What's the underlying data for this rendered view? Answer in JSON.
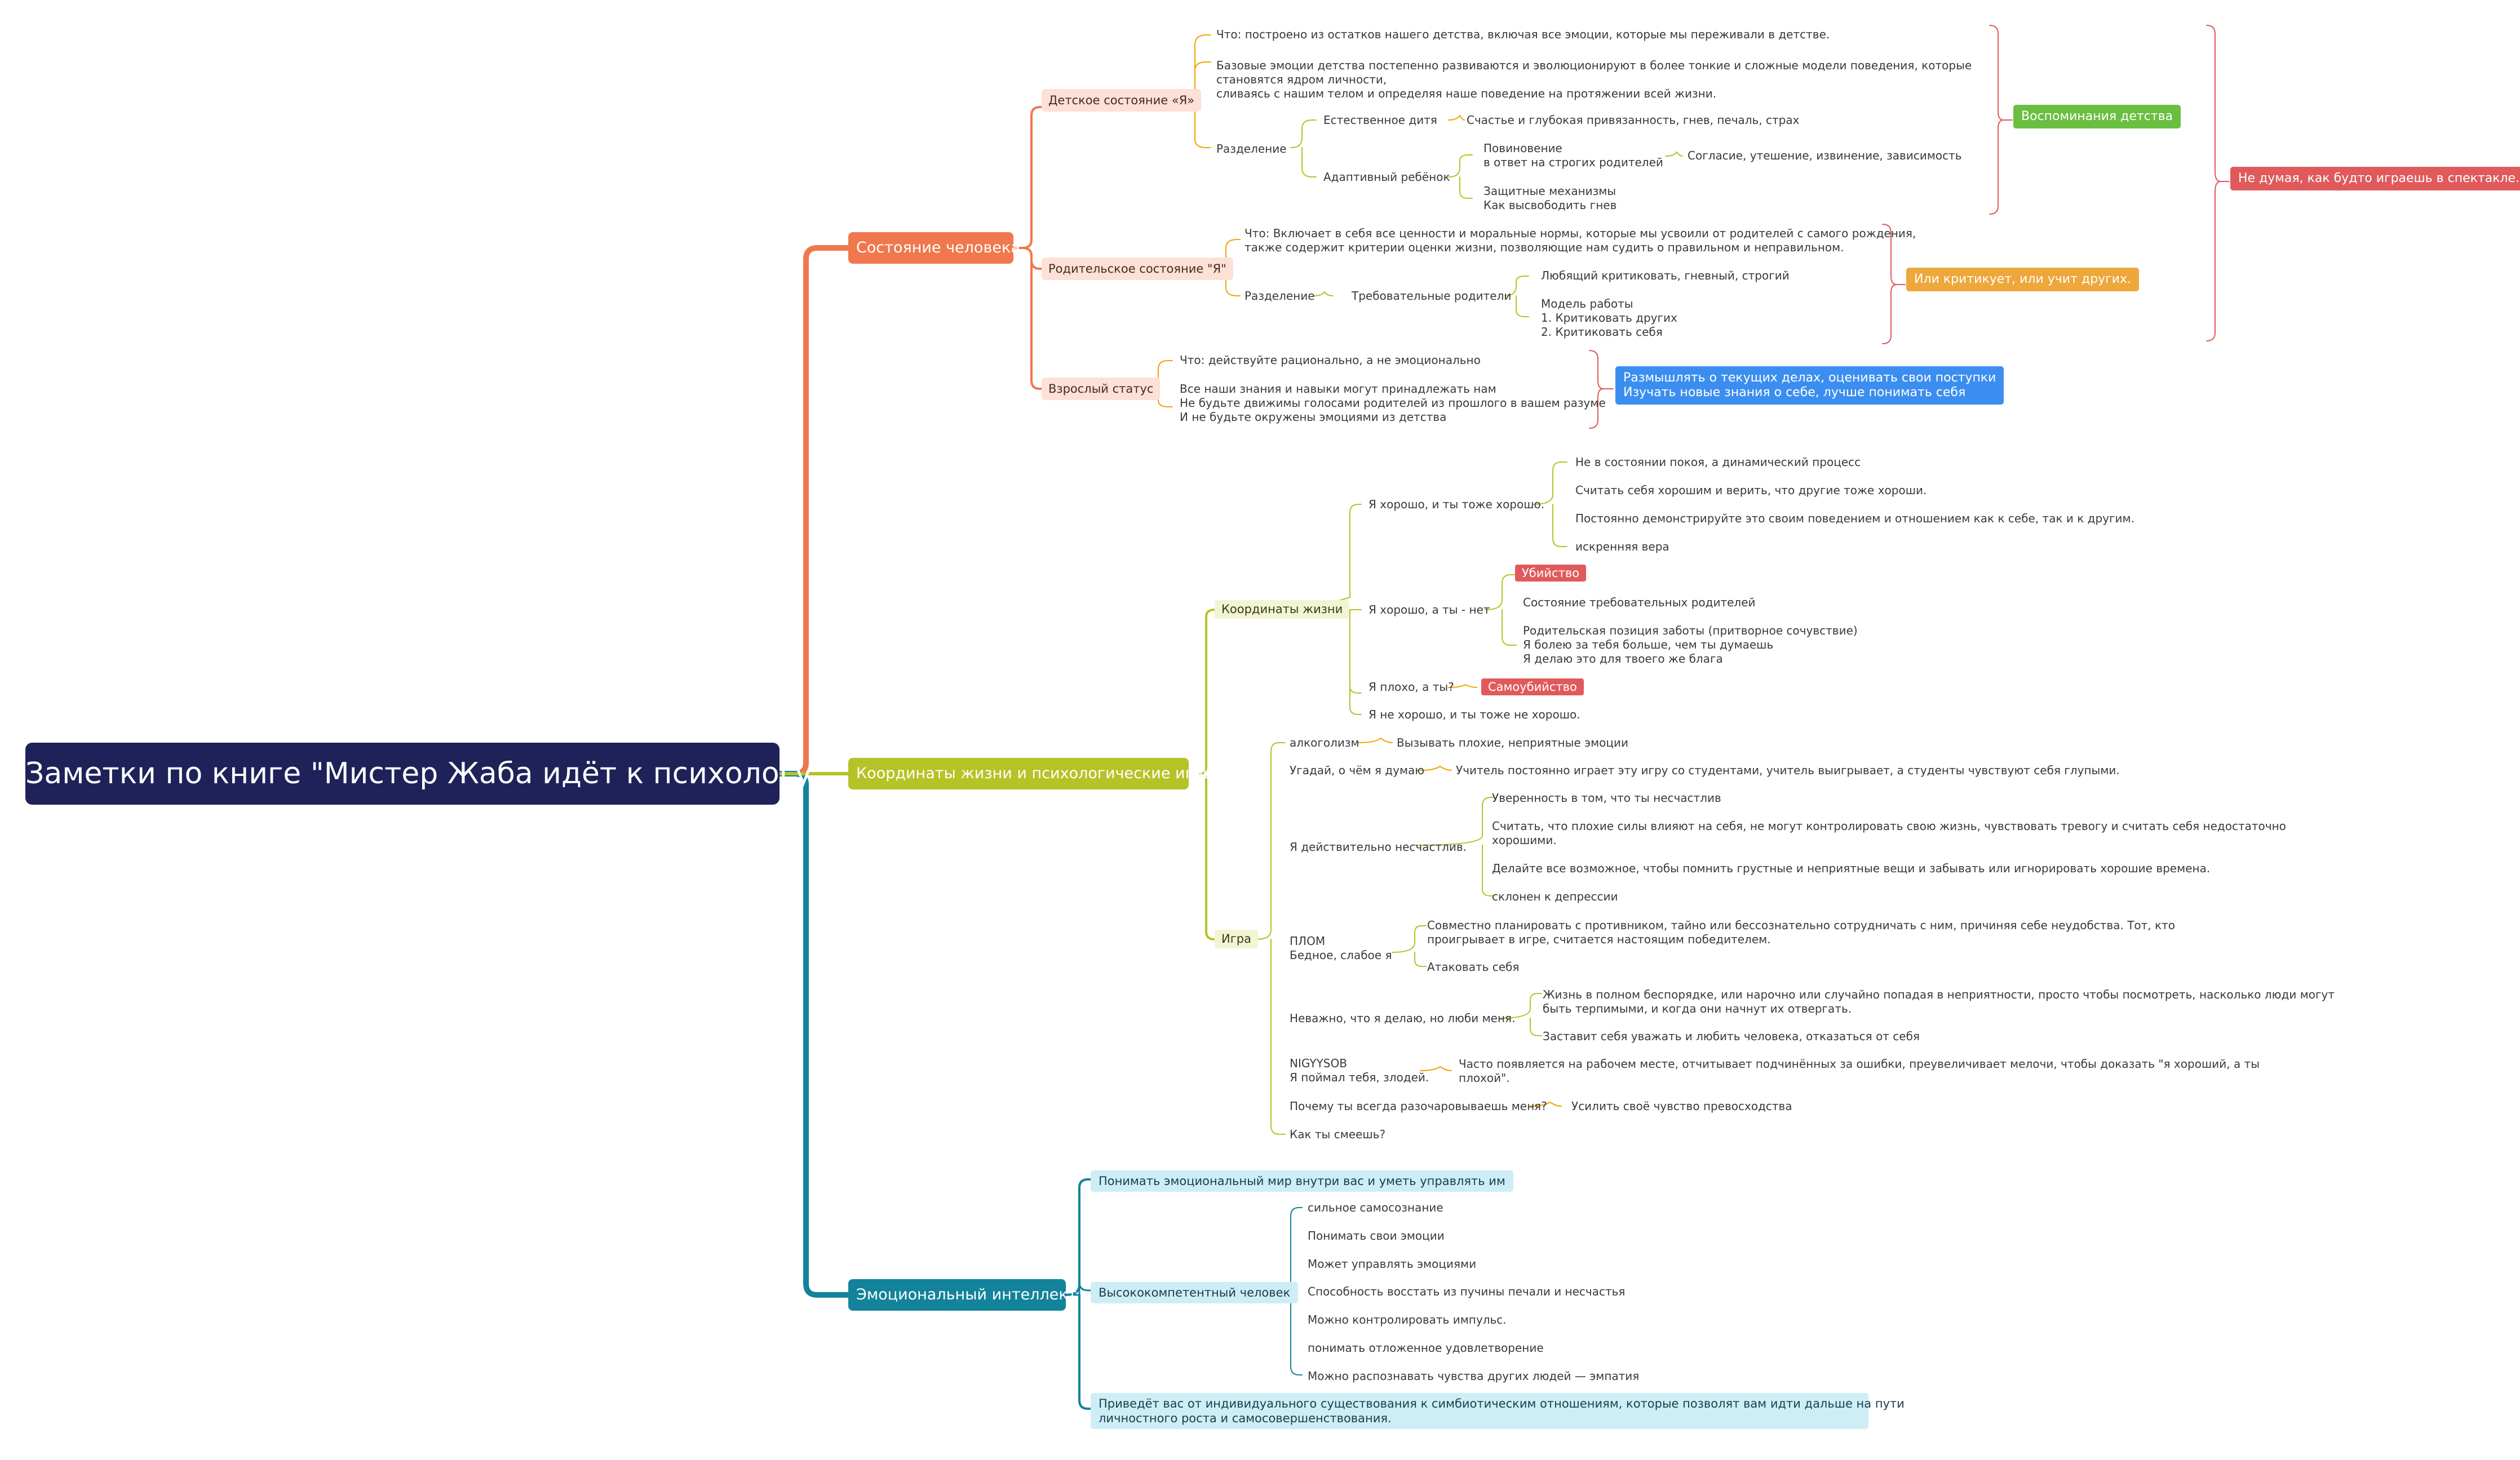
{
  "root": "Заметки по книге \"Мистер Жаба идёт к психологу\"",
  "colors": {
    "state": "#f0784c",
    "coord": "#b5c326",
    "ei": "#12839a",
    "summary_green": "#6abe40",
    "summary_orange": "#eda73a",
    "summary_red": "#e05a5c",
    "summary_blue": "#3b8ef0"
  },
  "branch1": {
    "title": "Состояние человека",
    "child": {
      "title": "Детское состояние «Я»",
      "what": "Что: построено из остатков нашего детства, включая все эмоции, которые мы переживали в детстве.",
      "basic1": "Базовые эмоции детства постепенно развиваются и эволюционируют в более тонкие и сложные модели поведения, которые",
      "basic2": "становятся ядром личности,",
      "basic3": "сливаясь с нашим телом и определяя наше поведение на протяжении всей жизни.",
      "division": "Разделение",
      "natural": "Естественное дитя",
      "natural_desc": "Счастье и глубокая привязанность, гнев, печаль, страх",
      "adaptive": "Адаптивный ребёнок",
      "obey1": "Повиновение",
      "obey2": "в ответ на строгих родителей",
      "obey_desc": "Согласие, утешение, извинение, зависимость",
      "defense1": "Защитные механизмы",
      "defense2": "Как высвободить гнев"
    },
    "parent": {
      "title": "Родительское состояние \"Я\"",
      "what1": "Что: Включает в себя все ценности и моральные нормы, которые мы усвоили от родителей с самого рождения,",
      "what2": "также содержит критерии оценки жизни, позволяющие нам судить о правильном и неправильном.",
      "division": "Разделение",
      "demanding": "Требовательные родители",
      "loving": "Любящий критиковать, гневный, строгий",
      "model": "Модель работы",
      "model1": "1. Критиковать других",
      "model2": "2. Критиковать себя"
    },
    "adult": {
      "title": "Взрослый статус",
      "what": "Что: действуйте рационально, а не эмоционально",
      "know1": "Все наши знания и навыки могут принадлежать нам",
      "know2": "Не будьте движимы голосами родителей из прошлого в вашем разуме",
      "know3": "И не будьте окружены эмоциями из детства"
    },
    "summaries": {
      "child": "Воспоминания детства",
      "parent": "Или критикует, или учит других.",
      "adult1": "Размышлять о текущих делах, оценивать свои поступки",
      "adult2": "Изучать новые знания о себе, лучше понимать себя",
      "all": "Не думая, как будто играешь в спектакле."
    }
  },
  "branch2": {
    "title": "Координаты жизни и психологические игры",
    "coords": {
      "title": "Координаты жизни",
      "okok": "Я хорошо, и ты тоже хорошо.",
      "okok_items": [
        "Не в состоянии покоя, а динамический процесс",
        "Считать себя хорошим и верить, что другие тоже хороши.",
        "Постоянно демонстрируйте это своим поведением и отношением как к себе, так и к другим.",
        "искренняя вера"
      ],
      "oknot": "Я хорошо, а ты - нет",
      "murder": "Убийство",
      "demanding_state": "Состояние требовательных родителей",
      "care1": "Родительская позиция заботы (притворное сочувствие)",
      "care2": "Я болею за тебя больше, чем ты думаешь",
      "care3": "Я делаю это для твоего же блага",
      "badyou": "Я плохо, а ты?",
      "suicide": "Самоубийство",
      "notnot": "Я не хорошо, и ты тоже не хорошо."
    },
    "games": {
      "title": "Игра",
      "alcohol": "алкоголизм",
      "alcohol_desc": "Вызывать плохие, неприятные эмоции",
      "guess": "Угадай, о чём я думаю",
      "guess_desc": "Учитель постоянно играет эту игру со студентами, учитель выигрывает, а студенты чувствуют себя глупыми.",
      "unhappy": "Я действительно несчастлив.",
      "unhappy1": "Уверенность в том, что ты несчастлив",
      "unhappy2a": "Считать, что плохие силы влияют на себя, не могут контролировать свою жизнь, чувствовать тревогу и считать себя недостаточно",
      "unhappy2b": "хорошими.",
      "unhappy3": "Делайте все возможное, чтобы помнить грустные и неприятные вещи и забывать или игнорировать хорошие времена.",
      "unhappy4": "склонен к депрессии",
      "plom1": "ПЛОМ",
      "plom2": "Бедное, слабое я",
      "plom_a1": "Совместно планировать с противником, тайно или бессознательно сотрудничать с ним, причиняя себе неудобства. Тот, кто",
      "plom_a2": "проигрывает в игре, считается настоящим победителем.",
      "plom_b": "Атаковать себя",
      "love": "Неважно, что я делаю, но люби меня.",
      "love_a1": "Жизнь в полном беспорядке, или нарочно или случайно попадая в неприятности, просто чтобы посмотреть, насколько люди могут",
      "love_a2": "быть терпимыми, и когда они начнут их отвергать.",
      "love_b": "Заставит себя уважать и любить человека, отказаться от себя",
      "nig1": "NIGYYSOB",
      "nig2": "Я поймал тебя, злодей.",
      "nig_a1": "Часто появляется на рабочем месте, отчитывает подчинённых за ошибки, преувеличивает мелочи, чтобы доказать \"я хороший, а ты",
      "nig_a2": "плохой\".",
      "disappoint": "Почему ты всегда разочаровываешь меня?",
      "disappoint_desc": "Усилить своё чувство превосходства",
      "howdare": "Как ты смеешь?"
    }
  },
  "branch3": {
    "title": "Эмоциональный интеллект",
    "understand": "Понимать эмоциональный мир внутри вас и уметь управлять им",
    "competent": "Высококомпетентный человек",
    "traits": [
      "сильное самосознание",
      "Понимать свои эмоции",
      "Может управлять эмоциями",
      "Способность восстать из пучины печали и несчастья",
      "Можно контролировать импульс.",
      "понимать отложенное удовлетворение",
      "Можно распознавать чувства других людей — эмпатия"
    ],
    "lead1": "Приведёт вас от индивидуального существования к симбиотическим отношениям, которые позволят вам идти дальше на пути",
    "lead2": "личностного роста и самосовершенствования."
  }
}
